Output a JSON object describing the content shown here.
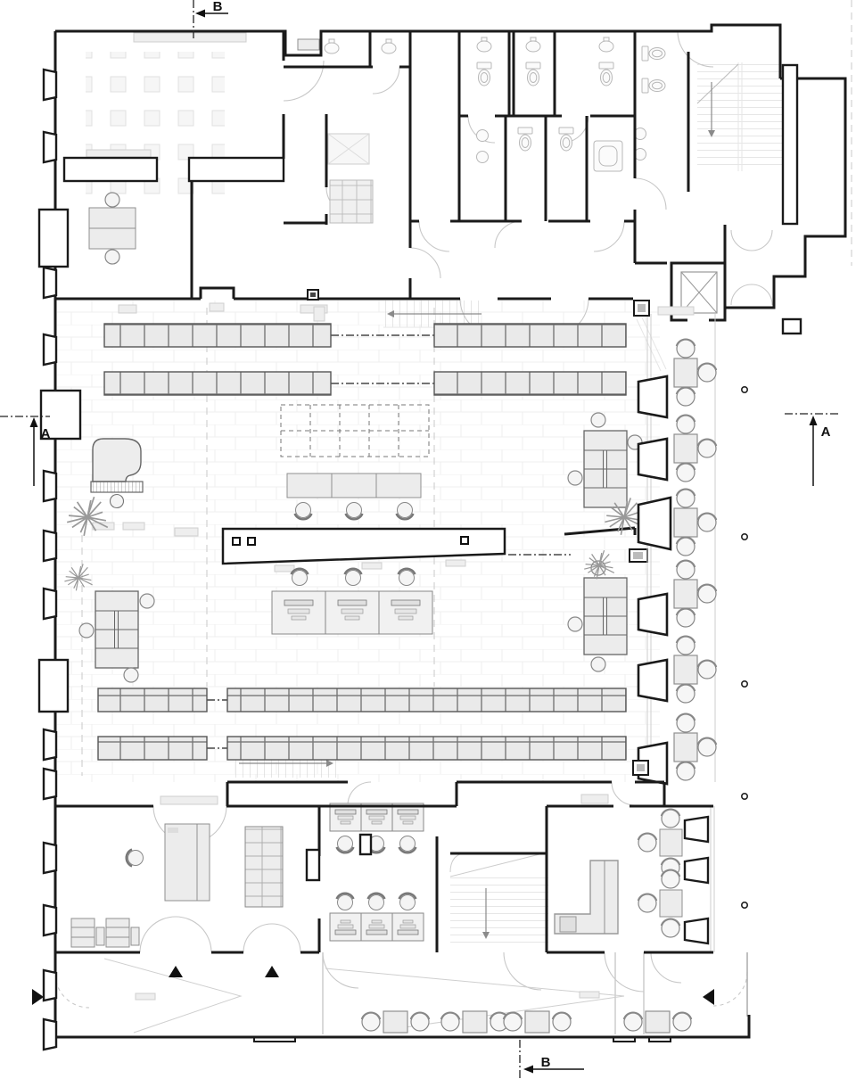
{
  "drawing": {
    "type": "architectural-floor-plan",
    "section_markers": {
      "top": {
        "label": "B"
      },
      "bottom": {
        "label": "B"
      },
      "left": {
        "label": "A"
      },
      "right": {
        "label": "A"
      }
    },
    "colors": {
      "wall": "#1a1a1a",
      "furniture_fill": "#ececec",
      "furniture_stroke": "#8f8f8f",
      "line_light": "#c8c8c8",
      "section_line": "#222222",
      "floor_line": "#efefef"
    }
  }
}
